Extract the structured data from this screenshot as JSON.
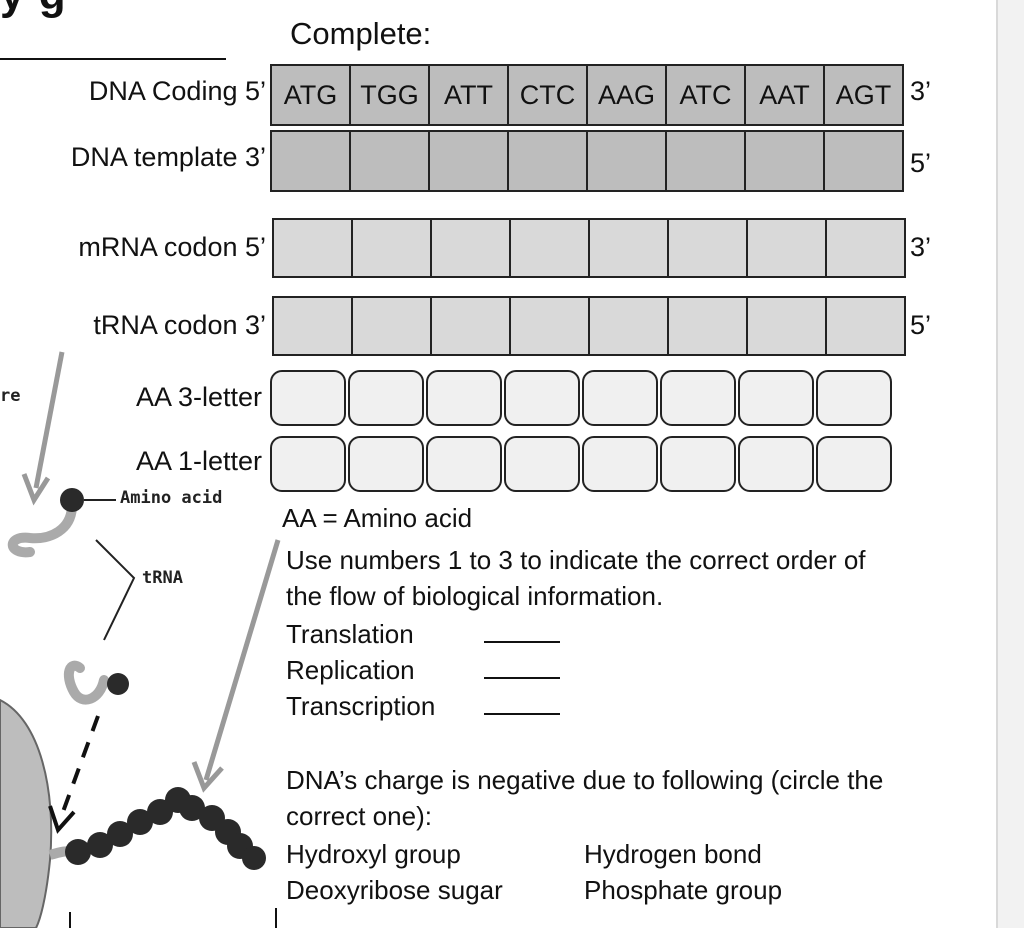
{
  "title_fragment": "y                      g",
  "complete_label": "Complete:",
  "rows": {
    "coding": {
      "label": "DNA Coding  5’",
      "end": "3’",
      "codons": [
        "ATG",
        "TGG",
        "ATT",
        "CTC",
        "AAG",
        "ATC",
        "AAT",
        "AGT"
      ]
    },
    "template": {
      "label": "DNA template 3’",
      "end": "5’"
    },
    "mrna": {
      "label": "mRNA codon 5’",
      "end": "3’"
    },
    "trna": {
      "label": "tRNA codon  3’",
      "end": "5’"
    },
    "aa3": {
      "label": "AA 3-letter"
    },
    "aa1": {
      "label": "AA 1-letter"
    }
  },
  "illustration": {
    "amino_acid": "Amino acid",
    "trna": "tRNA",
    "left_fragment": "re"
  },
  "aa_note": "AA = Amino acid",
  "question1": {
    "line1": "Use numbers 1 to 3 to indicate the correct order of",
    "line2": "the flow of biological information.",
    "items": [
      "Translation",
      "Replication",
      "Transcription"
    ]
  },
  "question2": {
    "line1": "DNA’s charge is negative due to following (circle the",
    "line2": "correct one):",
    "options": [
      "Hydroxyl group",
      "Hydrogen bond",
      "Deoxyribose sugar",
      "Phosphate group"
    ]
  }
}
